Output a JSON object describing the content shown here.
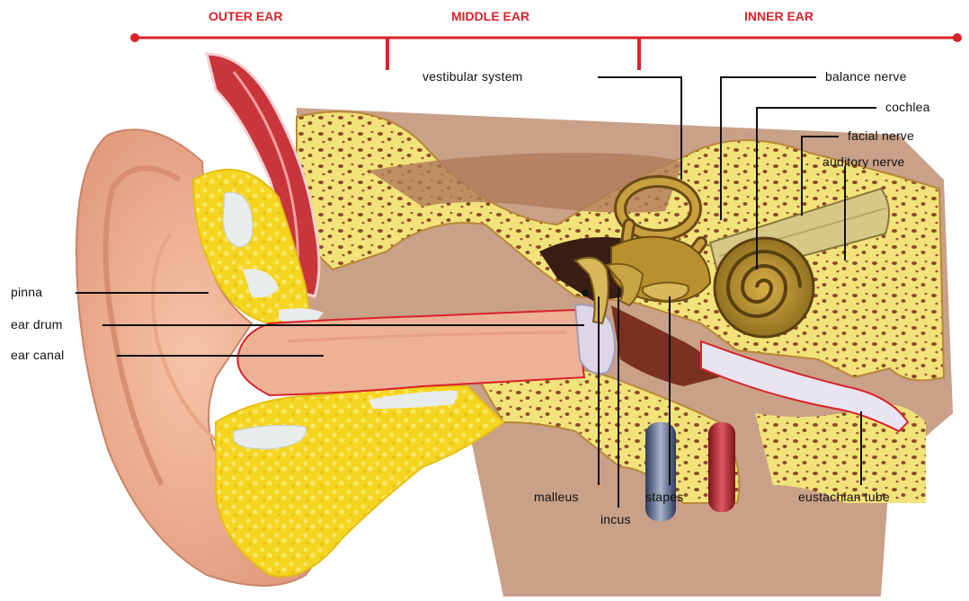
{
  "sections": {
    "outer": "OUTER EAR",
    "middle": "MIDDLE EAR",
    "inner": "INNER EAR"
  },
  "labels": {
    "vestibular_system": "vestibular system",
    "balance_nerve": "balance nerve",
    "cochlea": "cochlea",
    "facial_nerve": "facial nerve",
    "auditory_nerve": "auditory nerve",
    "pinna": "pinna",
    "ear_drum": "ear drum",
    "ear_canal": "ear canal",
    "malleus": "malleus",
    "incus": "incus",
    "stapes": "stapes",
    "eustachian_tube": "eustachian tube"
  },
  "colors": {
    "accent": "#d8232a",
    "skin": "#f0b79a",
    "bone": "#f2e27a",
    "bone_pore": "#8a4a2a",
    "fat": "#f5d520",
    "muscle": "#c8363c",
    "cavity": "#7a4a3a",
    "ossicle": "#b8902e",
    "leader": "#111111"
  }
}
